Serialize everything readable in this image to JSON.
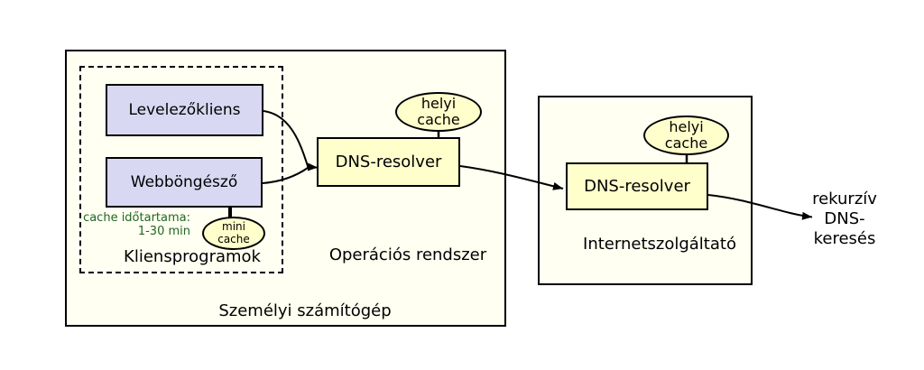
{
  "diagram": {
    "title_none": "",
    "personal_computer": {
      "label": "Személyi számítógép"
    },
    "client_programs": {
      "label": "Kliensprogramok"
    },
    "mail_client": {
      "label": "Levelezőkliens"
    },
    "web_browser": {
      "label": "Webböngésző"
    },
    "cache_note": {
      "line1": "cache időtartama:",
      "line2": "1-30 min"
    },
    "mini_cache": {
      "line1": "mini",
      "line2": "cache"
    },
    "operating_system": {
      "label": "Operációs rendszer"
    },
    "dns_resolver_os": {
      "label": "DNS-resolver"
    },
    "local_cache_os": {
      "line1": "helyi",
      "line2": "cache"
    },
    "isp": {
      "label": "Internetszolgáltató"
    },
    "dns_resolver_isp": {
      "label": "DNS-resolver"
    },
    "local_cache_isp": {
      "line1": "helyi",
      "line2": "cache"
    },
    "recursive_lookup": {
      "line1": "rekurzív",
      "line2": "DNS-",
      "line3": "keresés"
    },
    "colors": {
      "box_fill": "#FFFFF2",
      "client_fill": "#D8D8F2",
      "cache_fill": "#FFFFCC",
      "note_green": "#226622",
      "stroke": "#000000"
    }
  }
}
